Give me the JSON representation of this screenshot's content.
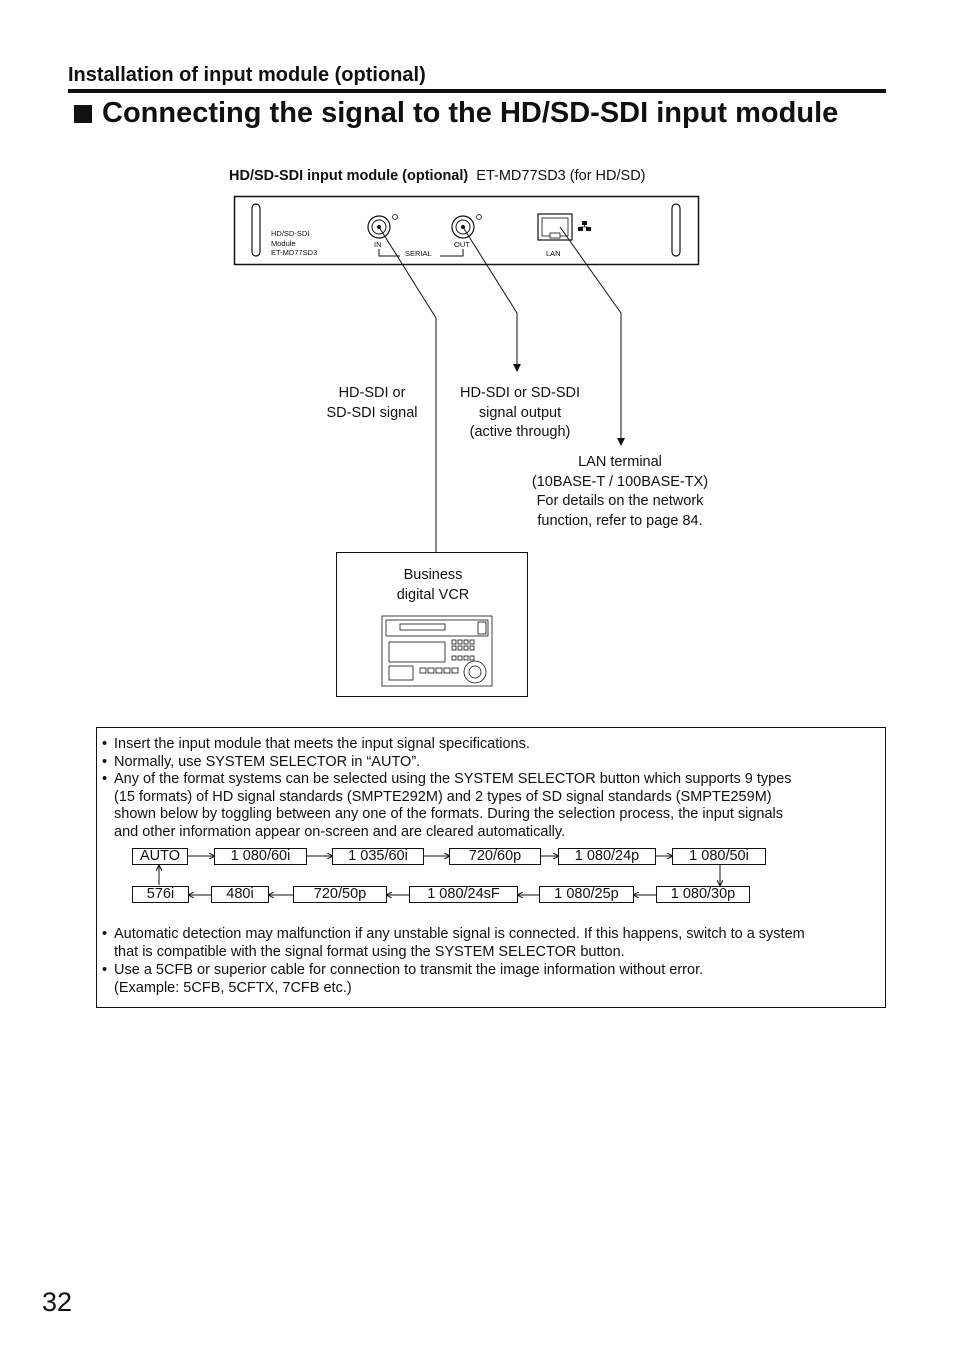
{
  "section": {
    "title": "Installation of input module (optional)"
  },
  "heading": {
    "text": "Connecting the signal to the HD/SD-SDI input module"
  },
  "module": {
    "caption_bold": "HD/SD-SDI input module (optional)",
    "caption_model": "ET-MD77SD3 (for HD/SD)",
    "panel_label_1": "HD/SD-SDI",
    "panel_label_2": "Module",
    "panel_label_3": "ET-MD77SD3",
    "in_label": "IN",
    "out_label": "OUT",
    "serial_label": "SERIAL",
    "lan_label": "LAN"
  },
  "diagram": {
    "input_signal": [
      "HD-SDI or",
      "SD-SDI signal"
    ],
    "output_signal": [
      "HD-SDI or SD-SDI",
      "signal output",
      "(active through)"
    ],
    "lan_terminal": [
      "LAN terminal",
      "(10BASE-T / 100BASE-TX)",
      "For details on the network",
      "function, refer to page 84."
    ],
    "vcr": [
      "Business",
      "digital VCR"
    ]
  },
  "notes": {
    "bullet_1": [
      "Insert the input module that meets the input signal specifications."
    ],
    "bullet_2": [
      "Normally, use SYSTEM SELECTOR in “AUTO”."
    ],
    "bullet_3": [
      "Any of the format systems can be selected using the SYSTEM SELECTOR button which supports 9 types",
      "(15 formats) of HD signal standards (SMPTE292M) and 2 types of SD signal standards (SMPTE259M)",
      "shown below by toggling between any one of the formats. During the selection process, the input signals",
      "and other information appear on-screen and are cleared automatically."
    ],
    "bullet_4": [
      "Automatic detection may malfunction if any unstable signal is connected.  If this happens, switch to a system",
      "that is compatible with the signal format using the SYSTEM SELECTOR button."
    ],
    "bullet_5": [
      "Use a 5CFB or superior cable for connection to transmit the image information without error.",
      "(Example: 5CFB, 5CFTX, 7CFB etc.)"
    ]
  },
  "formats": {
    "row_1": [
      "AUTO",
      "1 080/60i",
      "1 035/60i",
      "720/60p",
      "1 080/24p",
      "1 080/50i"
    ],
    "row_2": [
      "576i",
      "480i",
      "720/50p",
      "1 080/24sF",
      "1 080/25p",
      "1 080/30p"
    ]
  },
  "page_number": "32"
}
